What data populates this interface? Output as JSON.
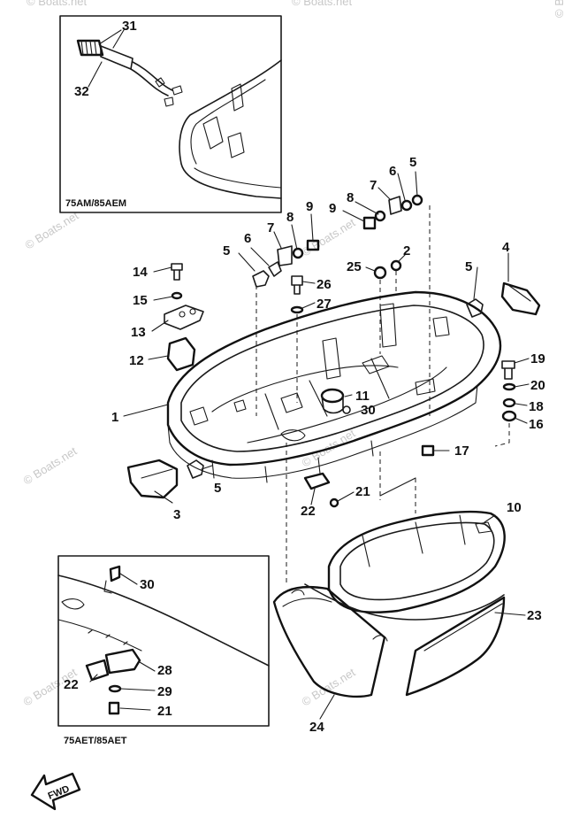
{
  "inset_top": {
    "model_label": "75AM/85AEM"
  },
  "inset_bottom": {
    "model_label": "75AET/85AET"
  },
  "watermark": "© Boats.net",
  "fwd_label": "FWD",
  "part_numbers": {
    "p1": "1",
    "p2": "2",
    "p3": "3",
    "p4": "4",
    "p5": "5",
    "p6": "6",
    "p7": "7",
    "p8": "8",
    "p9": "9",
    "p10": "10",
    "p11": "11",
    "p12": "12",
    "p13": "13",
    "p14": "14",
    "p15": "15",
    "p16": "16",
    "p17": "17",
    "p18": "18",
    "p19": "19",
    "p20": "20",
    "p21": "21",
    "p22": "22",
    "p23": "23",
    "p24": "24",
    "p25": "25",
    "p26": "26",
    "p27": "27",
    "p28": "28",
    "p29": "29",
    "p30": "30",
    "p31": "31",
    "p32": "32"
  }
}
